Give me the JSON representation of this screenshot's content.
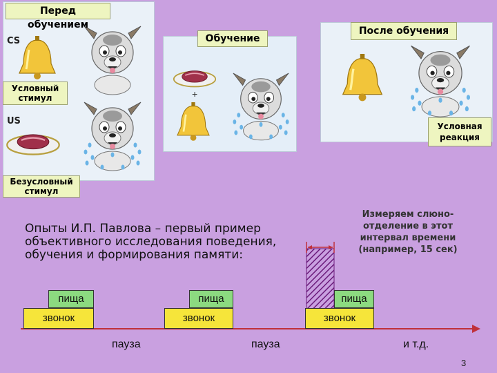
{
  "panels": {
    "before": {
      "title": "Перед обучением",
      "cs_tag": "CS",
      "us_tag": "US",
      "cs_label": "Условный стимул",
      "us_label": "Безусловный стимул"
    },
    "training": {
      "title": "Обучение",
      "plus": "+"
    },
    "after": {
      "title": "После обучения",
      "cr_label": "Условная реакция"
    }
  },
  "description": "Опыты И.П. Павлова – первый пример объективного исследования поведения, обучения и формирования памяти:",
  "measure_note": "Измеряем слюно-отделение в этот интервал времени (например, 15 сек)",
  "timeline": {
    "food_label": "пища",
    "bell_label": "звонок",
    "pause_label": "пауза",
    "etc_label": "и т.д."
  },
  "page_number": "3",
  "colors": {
    "background": "#c9a0e0",
    "food": "#8cda80",
    "bell": "#f6e53a",
    "label_bg": "#eef5c0",
    "hatch": "#6a1a7a"
  }
}
